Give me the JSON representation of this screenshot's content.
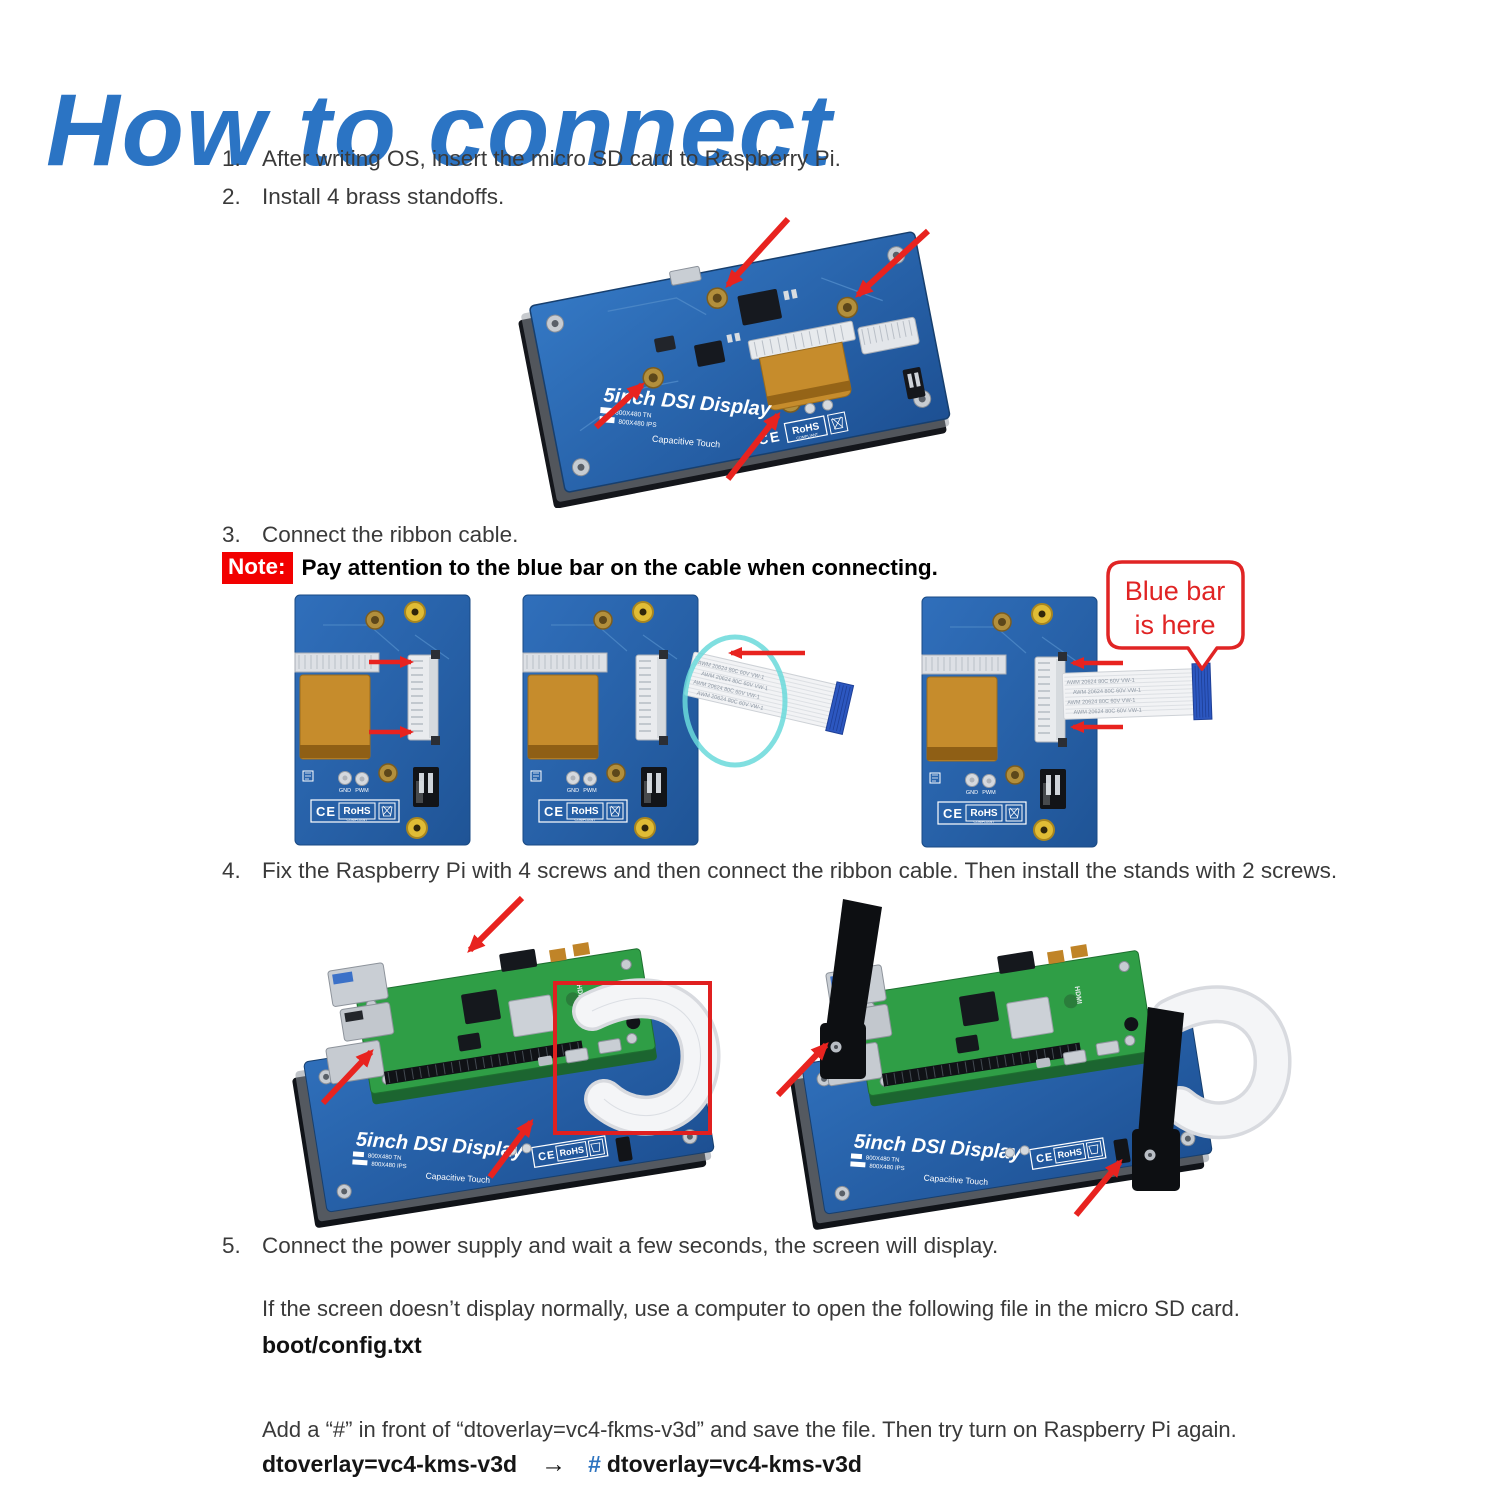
{
  "title": {
    "text": "How to connect"
  },
  "steps": [
    {
      "num": "1.",
      "text": "After writing OS, insert the micro SD card to Raspberry Pi."
    },
    {
      "num": "2.",
      "text": "Install 4 brass standoffs."
    },
    {
      "num": "3.",
      "text": "Connect the ribbon cable."
    },
    {
      "num": "4.",
      "text": "Fix the Raspberry Pi with 4 screws and then connect the ribbon cable. Then install the stands with 2 screws."
    },
    {
      "num": "5.",
      "text": "Connect the power supply and wait a few seconds, the screen will display."
    }
  ],
  "note": {
    "label": "Note:",
    "text": "Pay attention to the blue bar on the cable when connecting."
  },
  "callout": {
    "line1": "Blue bar",
    "line2": "is here"
  },
  "board": {
    "title": "5inch DSI Display",
    "spec_tn": "800X480 TN",
    "spec_ips": "800X480 IPS",
    "touch": "Capacitive Touch",
    "ce": "CE",
    "rohs": "RoHS",
    "compliant": "COMPLIANT",
    "gnd": "GND",
    "pwm": "PWM"
  },
  "cable": {
    "marking": "AWM 20624 80C 60V VW-1"
  },
  "pi": {
    "hdmi_label": "HDMI"
  },
  "troubleshoot": {
    "intro": "If the screen doesn’t display normally, use a computer to open the following file in the micro SD card.",
    "file_path": "boot/config.txt",
    "instruction": "Add a “#” in front of “dtoverlay=vc4-fkms-v3d” and save the file. Then try turn on Raspberry Pi again.",
    "code_before": "dtoverlay=vc4-kms-v3d",
    "arrow": "→",
    "hash": "#",
    "code_after": "dtoverlay=vc4-kms-v3d"
  },
  "colors": {
    "title_blue": "#2b74c4",
    "note_red": "#f20000",
    "arrow_red": "#e8231f",
    "callout_red": "#e02424",
    "board_blue": "#2a6ab5",
    "cable_bar_blue": "#2c57c0",
    "pi_green": "#2f9e46",
    "hash_blue": "#2e74c0",
    "highlight_cyan": "#6ad9da"
  }
}
